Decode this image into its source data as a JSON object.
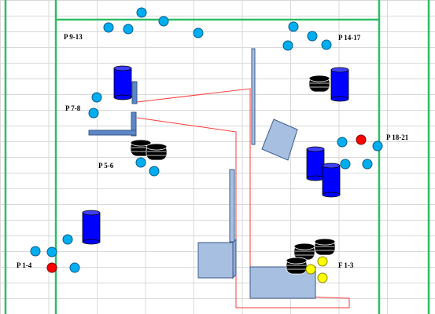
{
  "labels": {
    "p9_13": "P 9-13",
    "p14_17": "P 14-17",
    "p7_8": "P 7-8",
    "p5_6": "P 5-6",
    "p18_21": "P 18-21",
    "p1_4": "P 1-4",
    "f1_3": "F 1-3"
  },
  "colors": {
    "player": "#00aeef",
    "red_marker": "#ff0000",
    "yellow_marker": "#ffff00",
    "barrel": "#0000ff",
    "barrier": "#a7bfe0",
    "field_line": "#2dbd63",
    "path": "#ff3b3b",
    "tire": "#000000"
  }
}
